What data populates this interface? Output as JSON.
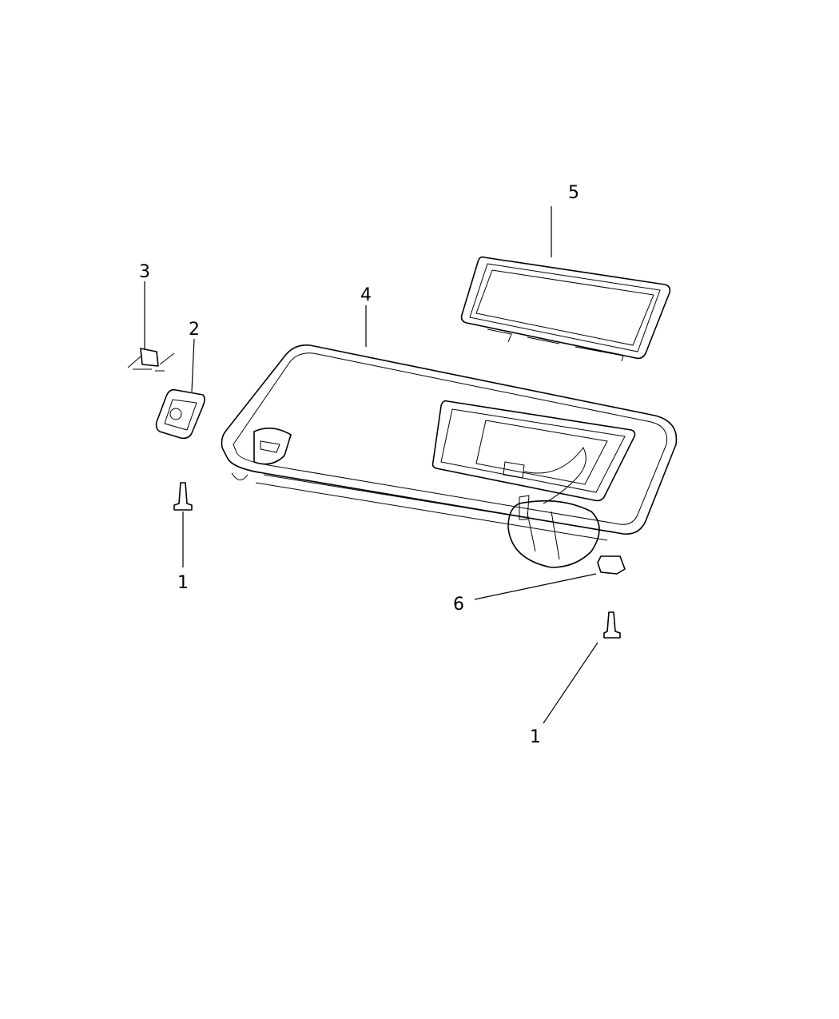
{
  "diagram": {
    "callouts": [
      {
        "id": "callout-5",
        "label": "5"
      },
      {
        "id": "callout-3",
        "label": "3"
      },
      {
        "id": "callout-2",
        "label": "2"
      },
      {
        "id": "callout-4",
        "label": "4"
      },
      {
        "id": "callout-1a",
        "label": "1"
      },
      {
        "id": "callout-6",
        "label": "6"
      },
      {
        "id": "callout-1b",
        "label": "1"
      }
    ],
    "colors": {
      "line": "#000000",
      "background": "#ffffff"
    }
  }
}
